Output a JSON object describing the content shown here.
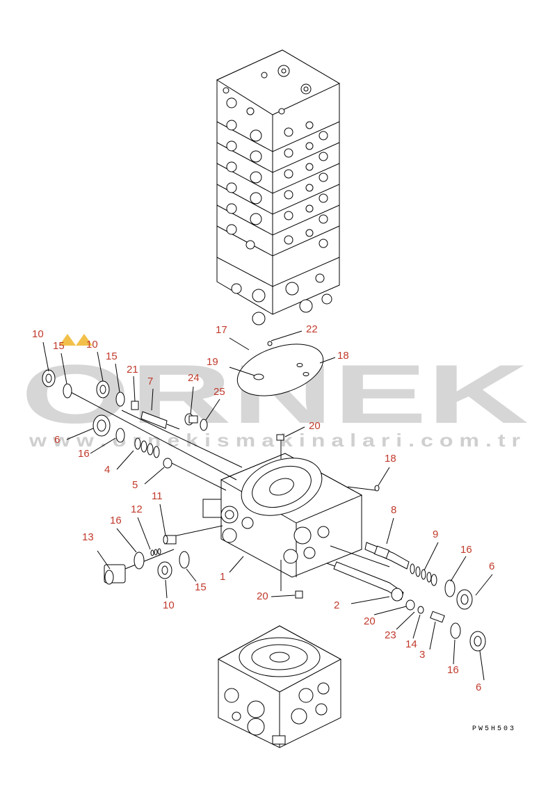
{
  "watermark": {
    "brand": "ORNEK",
    "url": "w w w . o r n e k i s m a k i n a l a r i . c o m . t r"
  },
  "figure_code": "PW5H503",
  "part_labels": [
    "10",
    "15",
    "10",
    "15",
    "21",
    "7",
    "24",
    "25",
    "6",
    "16",
    "4",
    "5",
    "17",
    "22",
    "18",
    "19",
    "20",
    "18",
    "8",
    "9",
    "16",
    "6",
    "11",
    "12",
    "16",
    "13",
    "10",
    "15",
    "1",
    "20",
    "2",
    "20",
    "23",
    "14",
    "3",
    "16",
    "6"
  ],
  "colors": {
    "label": "#c0392b",
    "watermark": "#d6d6d6",
    "lines": "#000000"
  }
}
